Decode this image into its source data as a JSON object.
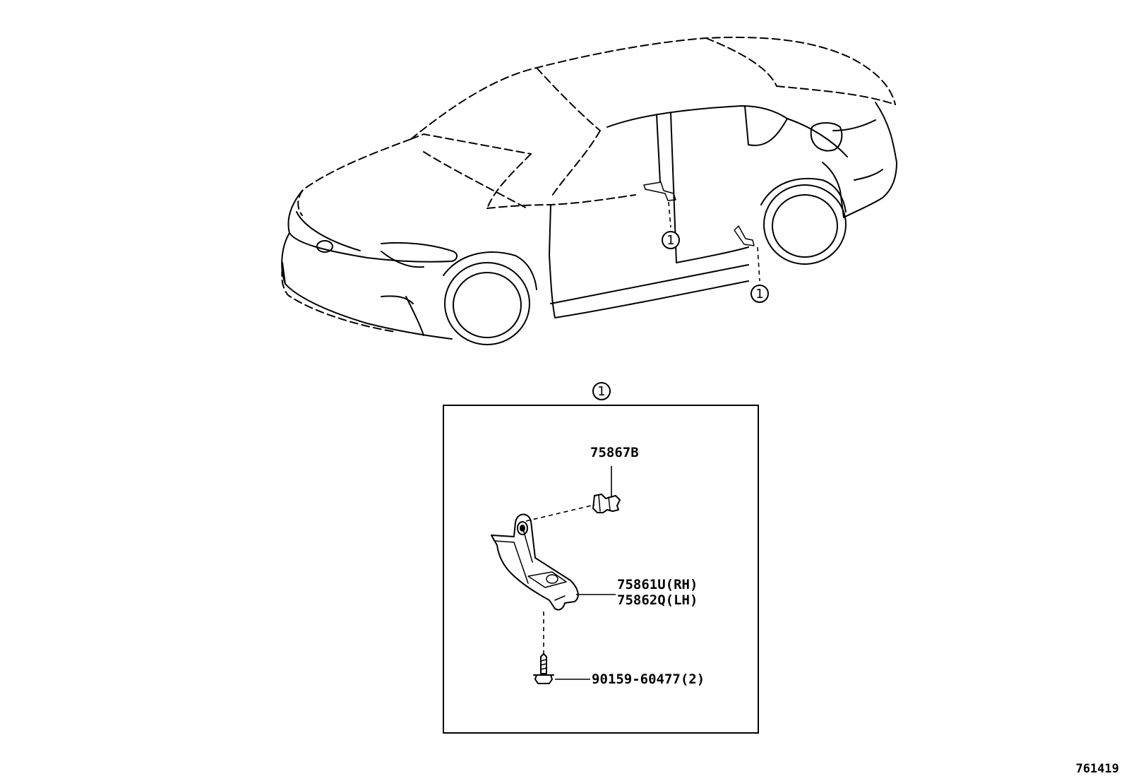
{
  "diagram": {
    "callout_marker": "1",
    "detail_callout": "1",
    "parts": {
      "clip": "75867B",
      "bracket_rh": "75861U(RH)",
      "bracket_lh": "75862Q(LH)",
      "screw": "90159-60477(2)"
    },
    "diagram_id": "761419"
  }
}
